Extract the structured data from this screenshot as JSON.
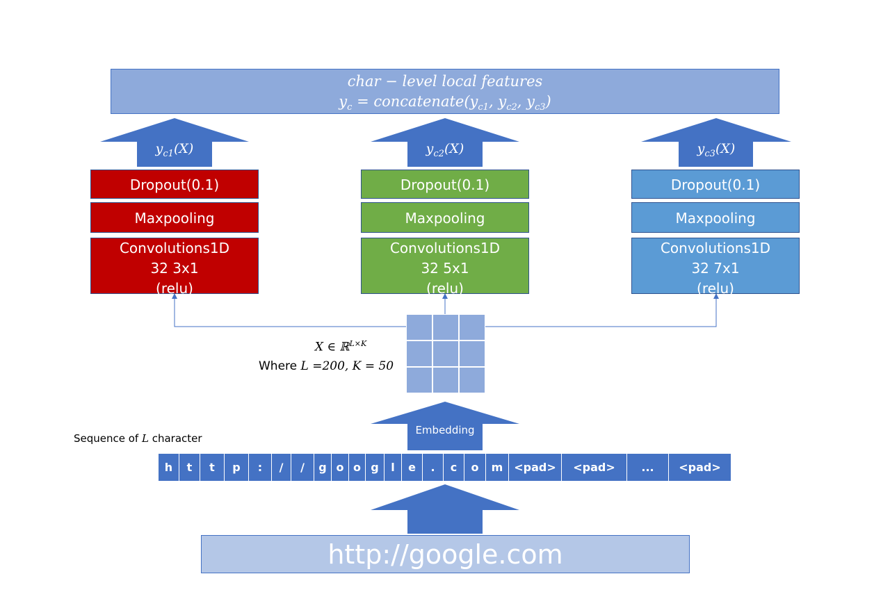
{
  "header": {
    "line1": "char − level local features",
    "line2": "y",
    "line2_sub": "c",
    "line2_rest": " = concatenate(y",
    "sub1": "c1",
    "comma1": ", y",
    "sub2": "c2",
    "comma2": ", y",
    "sub3": "c3",
    "close": ")"
  },
  "branches": [
    {
      "out_label": "y",
      "out_sub": "c1",
      "out_arg": "(X)",
      "dropout": "Dropout(0.1)",
      "maxpool": "Maxpooling",
      "conv_line1": "Convolutions1D",
      "conv_line2": "32 3x1",
      "conv_line3": "(relu)",
      "color": "#c00000"
    },
    {
      "out_label": "y",
      "out_sub": "c2",
      "out_arg": "(X)",
      "dropout": "Dropout(0.1)",
      "maxpool": "Maxpooling",
      "conv_line1": "Convolutions1D",
      "conv_line2": "32 5x1",
      "conv_line3": "(relu)",
      "color": "#70ad47"
    },
    {
      "out_label": "y",
      "out_sub": "c3",
      "out_arg": "(X)",
      "dropout": "Dropout(0.1)",
      "maxpool": "Maxpooling",
      "conv_line1": "Convolutions1D",
      "conv_line2": "32 7x1",
      "conv_line3": "(relu)",
      "color": "#5b9bd5"
    }
  ],
  "embedding": {
    "x_var": "X ∈ ℝ",
    "x_sup": "L×K",
    "where_text": "Where ",
    "where_math": "L =200, K = 50",
    "arrow_label": "Embedding"
  },
  "sequence": {
    "label_prefix": "Sequence of ",
    "label_var": "L",
    "label_suffix": " character",
    "tokens": [
      "h",
      "t",
      "t",
      "p",
      ":",
      "/",
      "/",
      "g",
      "o",
      "o",
      "g",
      "l",
      "e",
      ".",
      "c",
      "o",
      "m",
      "<pad>",
      "<pad>",
      "...",
      "<pad>"
    ]
  },
  "input": {
    "url": "http://google.com"
  },
  "colors": {
    "arrow": "#4472c4",
    "header_fill": "#8eaadb",
    "input_fill": "#b4c7e7",
    "connector": "#4472c4"
  }
}
